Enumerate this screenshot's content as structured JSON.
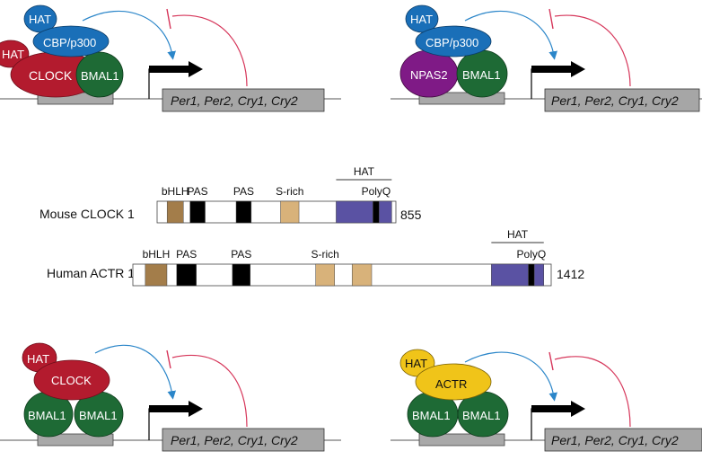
{
  "colors": {
    "cbp_blue": "#1a6fb8",
    "clock_red": "#b31b2e",
    "bmal_green": "#1e6a35",
    "npas2_purple": "#7f1a86",
    "actr_yellow": "#f0c419",
    "promoter_gray": "#a9a9a9",
    "gene_box_gray": "#a6a6a6",
    "activate_arrow": "#2b86c9",
    "repress_arrow": "#d6365a",
    "bhlh": "#a37d4a",
    "srich": "#d8b27a",
    "hat_domain": "#5a52a3",
    "pas": "#000000"
  },
  "panels": [
    {
      "id": "top-left",
      "proteins": {
        "hat1": "HAT",
        "coactivator": "CBP/p300",
        "hat2": "HAT",
        "partner": "CLOCK",
        "bmal": "BMAL1"
      },
      "gene_box": "Per1, Per2, Cry1, Cry2"
    },
    {
      "id": "top-right",
      "proteins": {
        "hat1": "HAT",
        "coactivator": "CBP/p300",
        "partner": "NPAS2",
        "bmal": "BMAL1"
      },
      "gene_box": "Per1, Per2, Cry1, Cry2"
    },
    {
      "id": "bottom-left",
      "proteins": {
        "hat1": "HAT",
        "partner": "CLOCK",
        "bmal_a": "BMAL1",
        "bmal_b": "BMAL1"
      },
      "gene_box": "Per1, Per2, Cry1, Cry2"
    },
    {
      "id": "bottom-right",
      "proteins": {
        "hat1": "HAT",
        "partner": "ACTR",
        "bmal_a": "BMAL1",
        "bmal_b": "BMAL1"
      },
      "gene_box": "Per1, Per2, Cry1, Cry2"
    }
  ],
  "domain_maps": [
    {
      "name": "Mouse CLOCK 1",
      "length": "855",
      "length_aa": 855,
      "hat_label": "HAT",
      "domains": [
        {
          "label": "bHLH",
          "type": "bhlh",
          "start": 36,
          "end": 94
        },
        {
          "label": "PAS",
          "type": "pas",
          "start": 118,
          "end": 172
        },
        {
          "label": "PAS",
          "type": "pas",
          "start": 283,
          "end": 337
        },
        {
          "label": "S-rich",
          "type": "srich",
          "start": 442,
          "end": 508
        },
        {
          "label": "",
          "type": "hat",
          "start": 641,
          "end": 773
        },
        {
          "label": "PolyQ",
          "type": "pas",
          "start": 773,
          "end": 795
        },
        {
          "label": "",
          "type": "hat",
          "start": 795,
          "end": 840
        }
      ],
      "hat_range": [
        641,
        840
      ]
    },
    {
      "name": "Human ACTR 1",
      "length": "1412",
      "length_aa": 1412,
      "hat_label": "HAT",
      "domains": [
        {
          "label": "bHLH",
          "type": "bhlh",
          "start": 42,
          "end": 115
        },
        {
          "label": "PAS",
          "type": "pas",
          "start": 148,
          "end": 214
        },
        {
          "label": "PAS",
          "type": "pas",
          "start": 336,
          "end": 396
        },
        {
          "label": "S-rich",
          "type": "srich",
          "start": 617,
          "end": 681
        },
        {
          "label": "",
          "type": "srich",
          "start": 740,
          "end": 806
        },
        {
          "label": "",
          "type": "hat",
          "start": 1210,
          "end": 1335
        },
        {
          "label": "PolyQ",
          "type": "pas",
          "start": 1335,
          "end": 1355
        },
        {
          "label": "",
          "type": "hat",
          "start": 1355,
          "end": 1387
        }
      ],
      "hat_range": [
        1210,
        1387
      ]
    }
  ]
}
